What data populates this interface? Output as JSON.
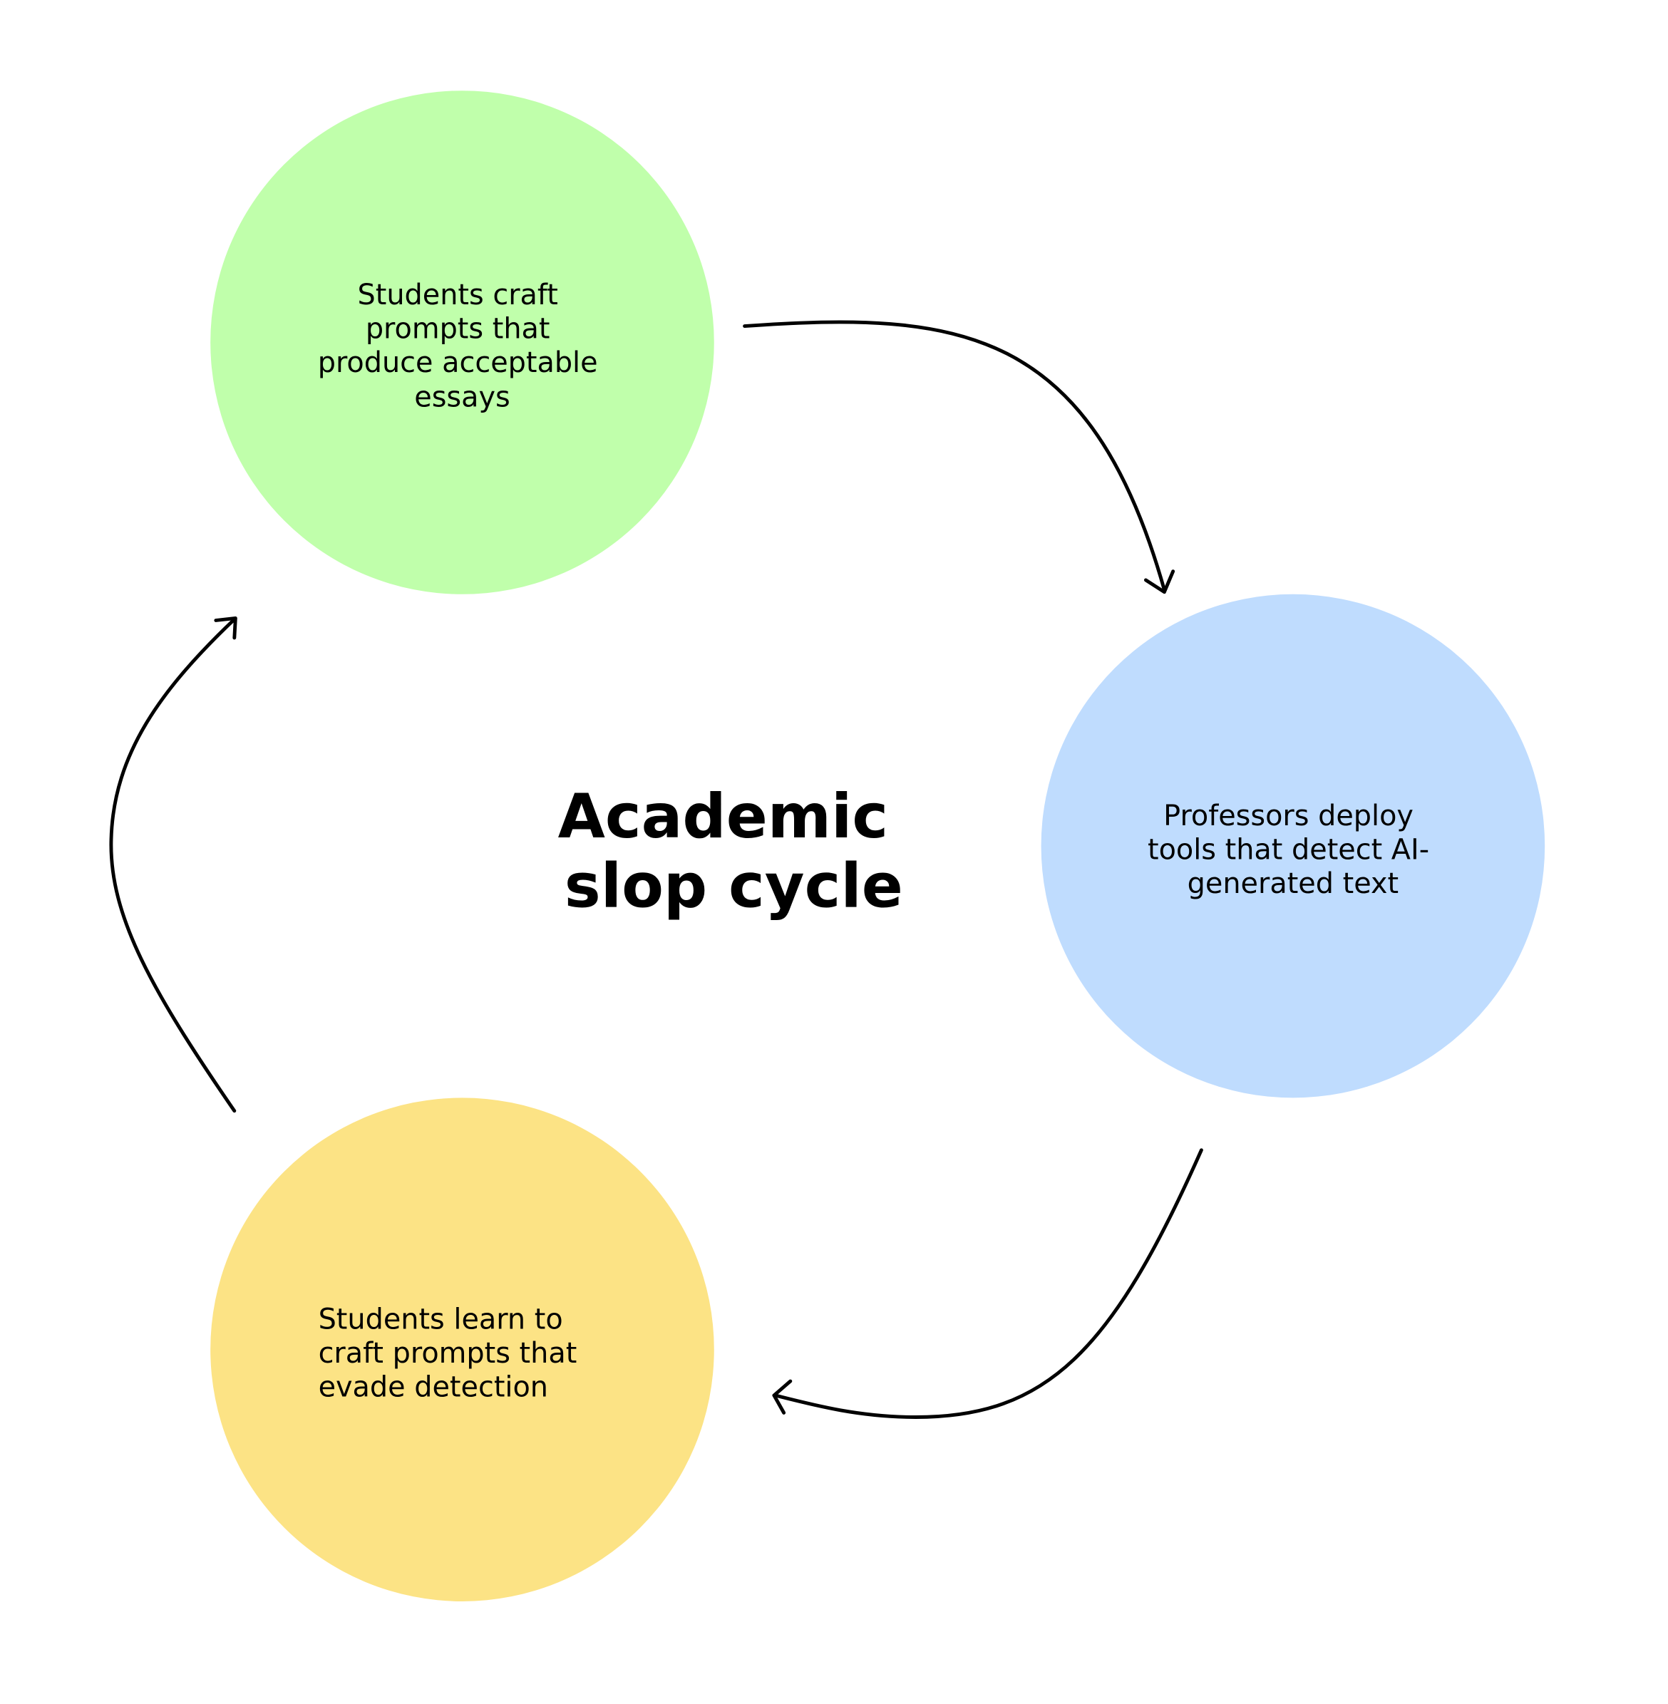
{
  "title": {
    "line1": "Academic",
    "line2": "slop cycle"
  },
  "colors": {
    "green": "#c0ffab",
    "blue": "#bfdcfe",
    "yellow": "#fce385",
    "arrow": "#000000"
  },
  "nodes": [
    {
      "lines": [
        "Students craft",
        "prompts that",
        "produce acceptable",
        "essays"
      ]
    },
    {
      "lines": [
        "Professors deploy",
        "tools that detect AI-",
        "generated text"
      ]
    },
    {
      "lines": [
        "Students learn to",
        "craft prompts that",
        "evade detection"
      ]
    }
  ]
}
